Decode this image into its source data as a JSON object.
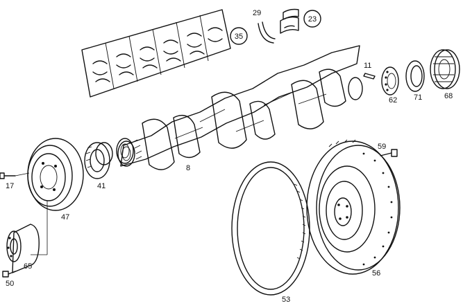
{
  "diagram": {
    "callouts": [
      {
        "id": "c35",
        "text": "35"
      },
      {
        "id": "c23",
        "text": "23"
      }
    ],
    "labels": [
      {
        "id": "l29",
        "text": "29"
      },
      {
        "id": "l11",
        "text": "11"
      },
      {
        "id": "l62",
        "text": "62"
      },
      {
        "id": "l71",
        "text": "71"
      },
      {
        "id": "l68",
        "text": "68"
      },
      {
        "id": "l8",
        "text": "8"
      },
      {
        "id": "l47",
        "text": "47"
      },
      {
        "id": "l17",
        "text": "17"
      },
      {
        "id": "l41",
        "text": "41"
      },
      {
        "id": "l65",
        "text": "65"
      },
      {
        "id": "l50",
        "text": "50"
      },
      {
        "id": "l53",
        "text": "53"
      },
      {
        "id": "l56",
        "text": "56"
      },
      {
        "id": "l59",
        "text": "59"
      }
    ]
  }
}
